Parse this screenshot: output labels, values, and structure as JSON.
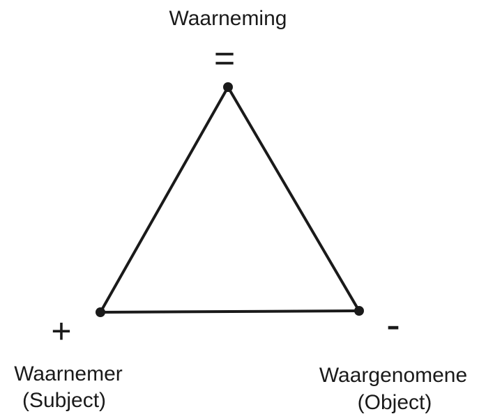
{
  "diagram": {
    "top_vertex": {
      "label": "Waarneming",
      "symbol": "="
    },
    "left_vertex": {
      "label_line1": "Waarnemer",
      "label_line2": "(Subject)",
      "symbol": "+"
    },
    "right_vertex": {
      "label_line1": "Waargenomene",
      "label_line2": "(Object)",
      "symbol": "-"
    },
    "colors": {
      "stroke": "#1a1a1a"
    }
  }
}
